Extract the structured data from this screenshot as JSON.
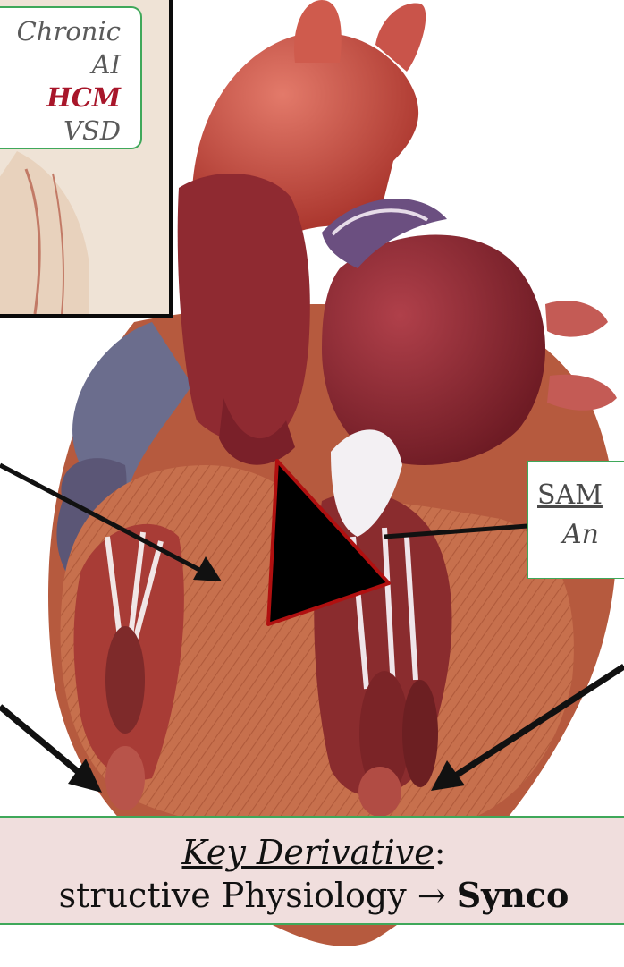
{
  "inset_legend": {
    "lines": [
      "Chronic AI",
      "HCM",
      "VSD"
    ],
    "highlight_index": 1
  },
  "sam_callout": {
    "line1": "SAM",
    "line2": "An"
  },
  "banner": {
    "line1_italic": "Key Derivative",
    "line1_suffix": ":",
    "line2_prefix": "structive Physiology",
    "line2_arrow": "→",
    "line2_bold": "Synco"
  },
  "colors": {
    "callout_border": "#3fa85a",
    "highlight_text": "#a8162a",
    "banner_bg": "#f0dedd",
    "triangle_fill": "#000000",
    "triangle_stroke": "#b01010"
  }
}
